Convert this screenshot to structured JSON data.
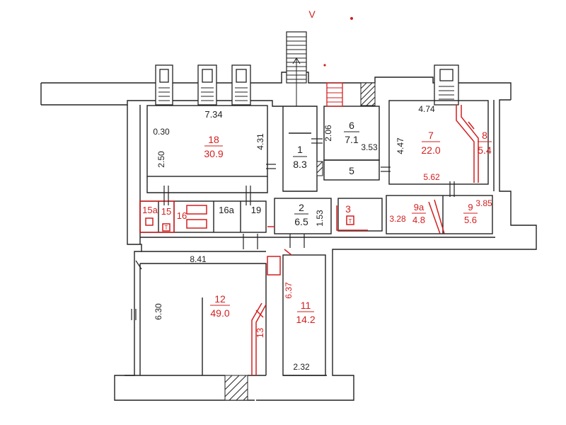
{
  "colors": {
    "wall": "#222222",
    "accent": "#d21f1f",
    "bg": "#ffffff"
  },
  "marks": {
    "top_letter": "V"
  },
  "rooms": {
    "r18": {
      "num": "18",
      "area": "30.9"
    },
    "r1": {
      "num": "1",
      "area": "8.3"
    },
    "r6": {
      "num": "6",
      "area": "7.1"
    },
    "r5": {
      "num": "5"
    },
    "r7": {
      "num": "7",
      "area": "22.0"
    },
    "r8": {
      "num": "8",
      "area": "5.4"
    },
    "r15a": {
      "num": "15a"
    },
    "r15": {
      "num": "15"
    },
    "r16": {
      "num": "16"
    },
    "r16a": {
      "num": "16a"
    },
    "r19": {
      "num": "19"
    },
    "r2": {
      "num": "2",
      "area": "6.5"
    },
    "r3": {
      "num": "3"
    },
    "r9a": {
      "num": "9a",
      "area": "4.8"
    },
    "r9": {
      "num": "9",
      "area": "5.6"
    },
    "r12": {
      "num": "12",
      "area": "49.0"
    },
    "r11": {
      "num": "11",
      "area": "14.2"
    },
    "r13": {
      "num": "13"
    }
  },
  "dims": {
    "d734": "7.34",
    "d030": "0.30",
    "d250": "2.50",
    "d431": "4.31",
    "d206": "2.06",
    "d353": "3.53",
    "d474": "4.74",
    "d447": "4.47",
    "d562": "5.62",
    "d385": "3.85",
    "d328": "3.28",
    "d153": "1.53",
    "d841": "8.41",
    "d630": "6.30",
    "d637": "6.37",
    "d232": "2.32"
  },
  "fixtures": {
    "toilet_mark": "T"
  }
}
